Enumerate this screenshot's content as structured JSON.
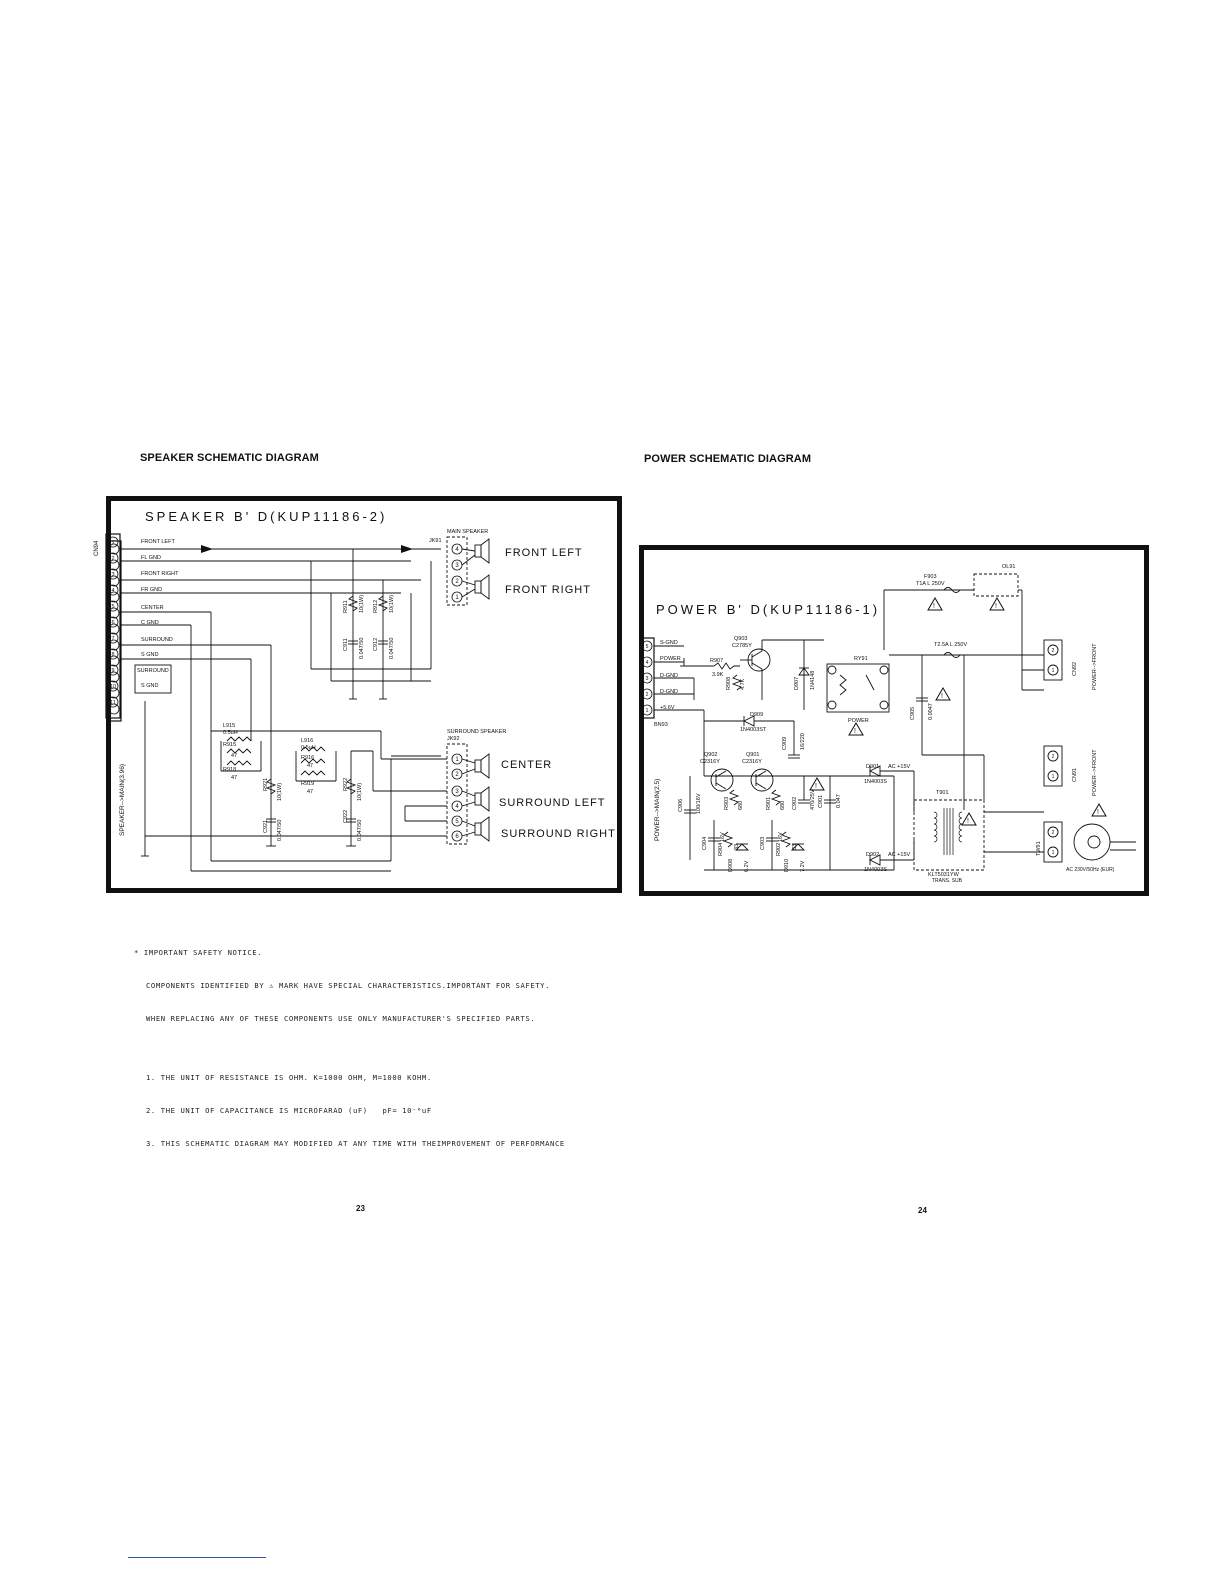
{
  "headings": {
    "speaker": "SPEAKER SCHEMATIC DIAGRAM",
    "power": "POWER SCHEMATIC DIAGRAM"
  },
  "speaker": {
    "board_title": "SPEAKER  B' D(KUP11186-2)",
    "connector_ref": "CN94",
    "connector_label": "SPEAKER-->MAIN(3.96)",
    "pins": [
      "1",
      "2",
      "3",
      "4",
      "5",
      "6",
      "7",
      "8",
      "9",
      "10",
      "11"
    ],
    "signals": [
      "FRONT LEFT",
      "FL GND",
      "FRONT RIGHT",
      "FR GND",
      "CENTER",
      "C GND",
      "SURROUND",
      "S GND",
      "SURROUND",
      "S GND"
    ],
    "main_jack": "MAIN SPEAKER",
    "main_jack_ref": "JK91",
    "surround_jack": "SURROUND SPEAKER",
    "surround_jack_ref": "JK92",
    "jack_pins": [
      "4",
      "3",
      "2",
      "1",
      "1",
      "2",
      "3",
      "4",
      "5",
      "6"
    ],
    "outputs": [
      "FRONT LEFT",
      "FRONT RIGHT",
      "CENTER",
      "SURROUND LEFT",
      "SURROUND RIGHT"
    ],
    "parts": {
      "r911": "R911",
      "r911_val": "10(1W)",
      "r912": "R912",
      "r912_val": "10(1W)",
      "c911": "C911",
      "c911_val": "0.047/50",
      "c912": "C912",
      "c912_val": "0.047/50",
      "l915": "L915",
      "l915_val": "0.5uH",
      "r915": "R915",
      "r915_val": "47",
      "r918": "R918",
      "r918_val": "47",
      "l916": "L916",
      "l916_val": "0.5uH",
      "r916": "R916",
      "r916_val": "47",
      "r919": "R919",
      "r919_val": "47",
      "r921": "R921",
      "r921_val": "10(1W)",
      "r922": "R922",
      "r922_val": "10(1W)",
      "c921": "C921",
      "c921_val": "0.047/50",
      "c922": "C922",
      "c922_val": "0.047/50"
    }
  },
  "power": {
    "board_title": "POWER  B' D(KUP11186-1)",
    "connector_ref": "BN93",
    "connector_label": "POWER-->MAIN(2.5)",
    "pins": [
      "5",
      "4",
      "3",
      "2",
      "1"
    ],
    "signals": [
      "S-GND",
      "POWER",
      "D-GND",
      "D-GND",
      "+5.6V"
    ],
    "parts": {
      "q903": "Q903",
      "q903_val": "C2785Y",
      "r907": "R907",
      "r907_val": "3.9K",
      "r908": "R908",
      "r908_val": "4.7K",
      "d907": "D907",
      "d907_val": "1N4148",
      "ry91": "RY91",
      "ry91_label": "POWER",
      "d909": "D909",
      "d909_val": "1N4003ST",
      "c909": "C909",
      "c909_val": "16/220",
      "c905": "C905",
      "c905_val": "0.0047",
      "q902": "Q902",
      "q902_val": "C2316Y",
      "q901": "Q901",
      "q901_val": "C2316Y",
      "r903": "R903",
      "r903_val": "680",
      "r901": "R901",
      "r901_val": "680",
      "c906": "C906",
      "c906_val": "100/16V",
      "c904": "C904",
      "c904_val": "16V",
      "r904": "R904",
      "r904_val": "33",
      "c903": "C903",
      "c903_val": "16V",
      "r902": "R902",
      "r902_val": "33",
      "c902": "C902",
      "c902_val": "470/25V",
      "c901": "C901",
      "c901_val": "0.047",
      "d908": "D908",
      "d908_val": "6.2V",
      "d910": "D910",
      "d910_val": "7.2V",
      "d901": "D901",
      "d901_val": "1N4003S",
      "d902": "D902",
      "d902_val": "1N4003S",
      "ac15_a": "AC +15V",
      "ac15_b": "AC +15V",
      "f903": "F903",
      "f903_val": "T1A L 250V",
      "f902_val": "T2.5A L 250V",
      "ol91": "OL91",
      "t901": "T901",
      "t901_val": "KLT5031YW",
      "t901_sub": "TRANS. SUB",
      "cn92": "CN92",
      "cn92_label": "POWER-->FRONT",
      "cn91": "CN91",
      "cn91_label": "POWER-->FRONT",
      "tw91": "TW91",
      "ac_in": "AC 230V/50Hz (EUR)"
    }
  },
  "notes": {
    "line1": "* IMPORTANT SAFETY NOTICE.",
    "line2": "COMPONENTS IDENTIFIED BY ⚠ MARK HAVE SPECIAL CHARACTERISTICS.IMPORTANT FOR SAFETY.",
    "line3": "WHEN REPLACING ANY OF THESE COMPONENTS USE ONLY MANUFACTURER'S SPECIFIED PARTS.",
    "line4": "1. THE UNIT OF RESISTANCE IS OHM. K=1000 OHM, M=1000 KOHM.",
    "line5": "2. THE UNIT OF CAPACITANCE IS MICROFARAD (uF)   pF= 10⁻⁶uF",
    "line6": "3. THIS SCHEMATIC DIAGRAM MAY MODIFIED AT ANY TIME WITH THEIMPROVEMENT OF PERFORMANCE"
  },
  "page_numbers": {
    "left": "23",
    "right": "24"
  }
}
